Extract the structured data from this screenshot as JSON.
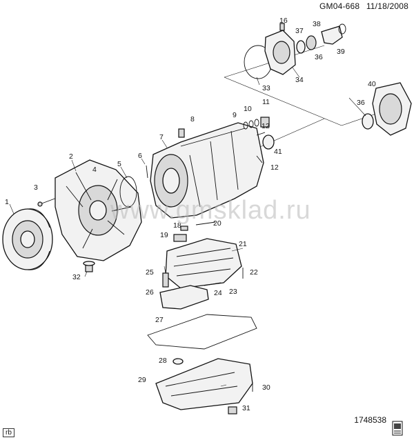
{
  "header": {
    "diagram_code": "GM04-668",
    "date": "11/18/2008"
  },
  "watermark": "www.gmsklad.ru",
  "footer": {
    "illustration_number": "1748538",
    "tag": "rb"
  },
  "callouts": [
    "1",
    "2",
    "3",
    "4",
    "5",
    "6",
    "7",
    "8",
    "9",
    "10",
    "11",
    "12",
    "12",
    "16",
    "18",
    "19",
    "20",
    "21",
    "22",
    "23",
    "24",
    "25",
    "26",
    "27",
    "28",
    "29",
    "30",
    "31",
    "32",
    "33",
    "34",
    "36",
    "36",
    "37",
    "38",
    "39",
    "40",
    "41"
  ],
  "parts": {
    "torque_converter": "1",
    "converter_housing": "2",
    "housing_bolt": "3",
    "seal_ring": "5",
    "dowel_pin": "6",
    "transmission_case": "7",
    "vent_plug": "8",
    "valve_body": "21",
    "filter": "26",
    "pan_gasket": "27",
    "oil_pan": "29",
    "extension_housing": "34",
    "rear_housing_4wd": "40"
  }
}
